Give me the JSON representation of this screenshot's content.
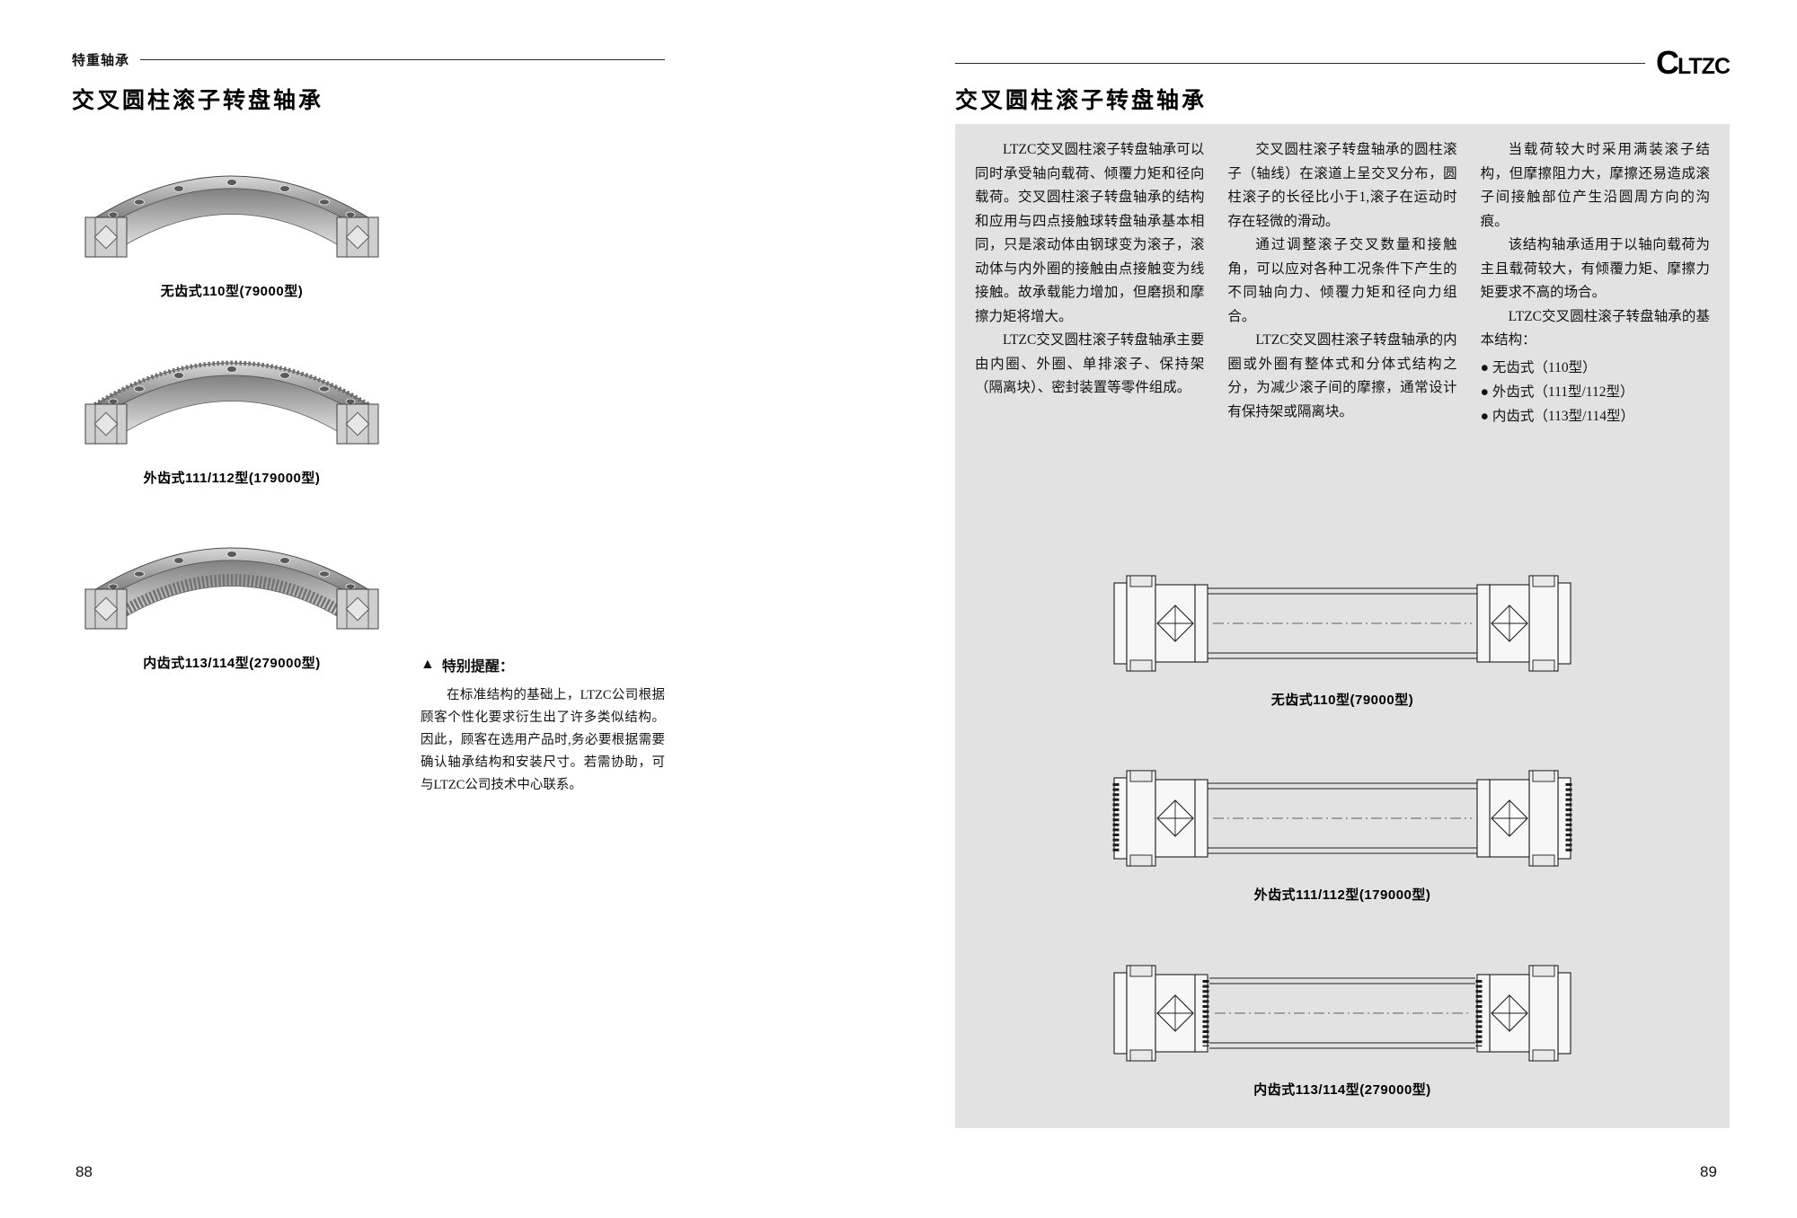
{
  "colors": {
    "panel_bg": "#e2e2e2",
    "text": "#121212"
  },
  "page_left": {
    "header": "特重轴承",
    "title": "交叉圆柱滚子转盘轴承",
    "figures": [
      {
        "caption": "无齿式110型(79000型)"
      },
      {
        "caption": "外齿式111/112型(179000型)"
      },
      {
        "caption": "内齿式113/114型(279000型)"
      }
    ],
    "note": {
      "icon": "▲",
      "title": "特别提醒：",
      "body": "在标准结构的基础上，LTZC公司根据顾客个性化要求衍生出了许多类似结构。因此，顾客在选用产品时,务必要根据需要确认轴承结构和安装尺寸。若需协助，可与LTZC公司技术中心联系。"
    },
    "page_number": "88"
  },
  "page_right": {
    "logo": {
      "mark": "C",
      "word": "LTZC"
    },
    "title": "交叉圆柱滚子转盘轴承",
    "columns": [
      {
        "paragraphs": [
          "LTZC交叉圆柱滚子转盘轴承可以同时承受轴向载荷、倾覆力矩和径向载荷。交叉圆柱滚子转盘轴承的结构和应用与四点接触球转盘轴承基本相同，只是滚动体由钢球变为滚子，滚动体与内外圈的接触由点接触变为线接触。故承载能力增加，但磨损和摩擦力矩将增大。",
          "LTZC交叉圆柱滚子转盘轴承主要由内圈、外圈、单排滚子、保持架（隔离块）、密封装置等零件组成。"
        ]
      },
      {
        "paragraphs": [
          "交叉圆柱滚子转盘轴承的圆柱滚子（轴线）在滚道上呈交叉分布，圆柱滚子的长径比小于1,滚子在运动时存在轻微的滑动。",
          "通过调整滚子交叉数量和接触角，可以应对各种工况条件下产生的不同轴向力、倾覆力矩和径向力组合。",
          "LTZC交叉圆柱滚子转盘轴承的内圈或外圈有整体式和分体式结构之分，为减少滚子间的摩擦，通常设计有保持架或隔离块。"
        ]
      },
      {
        "paragraphs": [
          "当载荷较大时采用满装滚子结构，但摩擦阻力大，摩擦还易造成滚子间接触部位产生沿圆周方向的沟痕。",
          "该结构轴承适用于以轴向载荷为主且载荷较大，有倾覆力矩、摩擦力矩要求不高的场合。",
          "LTZC交叉圆柱滚子转盘轴承的基本结构："
        ],
        "bullets": [
          "● 无齿式（110型）",
          "● 外齿式（111型/112型）",
          "● 内齿式（113型/114型）"
        ]
      }
    ],
    "figures": [
      {
        "caption": "无齿式110型(79000型)"
      },
      {
        "caption": "外齿式111/112型(179000型)"
      },
      {
        "caption": "内齿式113/114型(279000型)"
      }
    ],
    "page_number": "89"
  }
}
